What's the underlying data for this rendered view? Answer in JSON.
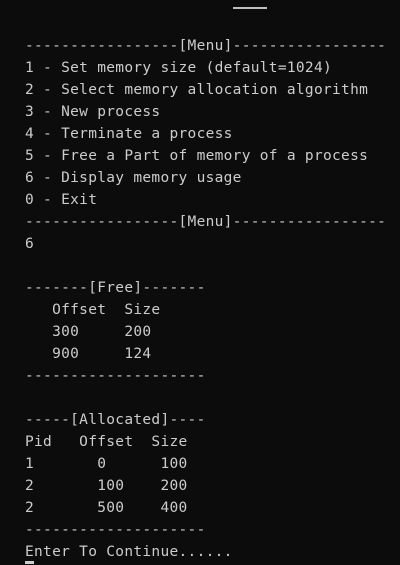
{
  "terminal": {
    "lines": [
      "-----------------[Menu]-----------------",
      "1 - Set memory size (default=1024)",
      "2 - Select memory allocation algorithm",
      "3 - New process",
      "4 - Terminate a process",
      "5 - Free a Part of memory of a process",
      "6 - Display memory usage",
      "0 - Exit",
      "-----------------[Menu]-----------------",
      "6",
      "",
      "-------[Free]-------",
      "   Offset  Size",
      "   300     200",
      "   900     124",
      "--------------------",
      "",
      "-----[Allocated]----",
      "Pid   Offset  Size",
      "1       0      100",
      "2       100    200",
      "2       500    400",
      "--------------------",
      "Enter To Continue......"
    ]
  }
}
